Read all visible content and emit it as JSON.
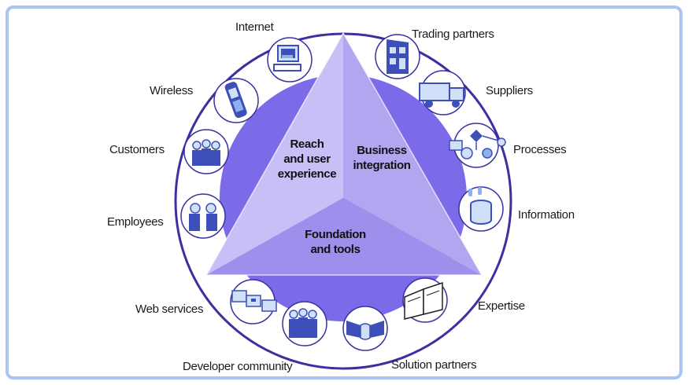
{
  "segments": {
    "reach": [
      "Reach",
      "and user",
      "experience"
    ],
    "business": [
      "Business",
      "integration"
    ],
    "foundation": [
      "Foundation",
      "and tools"
    ]
  },
  "labels": {
    "internet": "Internet",
    "trading_partners": "Trading partners",
    "wireless": "Wireless",
    "suppliers": "Suppliers",
    "customers": "Customers",
    "processes": "Processes",
    "information": "Information",
    "employees": "Employees",
    "web_services": "Web services",
    "expertise": "Expertise",
    "developer_community": "Developer community",
    "solution_partners": "Solution partners"
  },
  "colors": {
    "frame_border": "#a9c4ee",
    "ring_fill": "#ffffff",
    "ring_stroke": "#3a30a0",
    "inner_circle": "#7b6be8",
    "triangle_light": "#c9bff6",
    "triangle_mid": "#b3a5f0",
    "triangle_dark": "#9f8eeb",
    "icon_blue": "#3d4fb8",
    "icon_light": "#cfe0f8"
  }
}
